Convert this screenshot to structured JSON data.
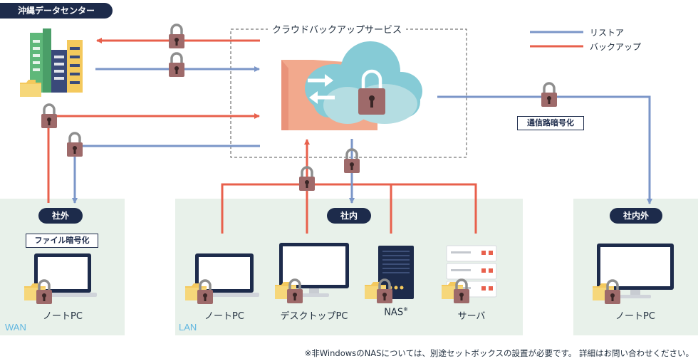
{
  "title_badge": "沖縄データセンター",
  "cloud_title": "クラウドバックアップサービス",
  "legend": {
    "restore": "リストア",
    "backup": "バックアップ"
  },
  "colors": {
    "restore": "#7b96c8",
    "backup": "#e8604c",
    "lock": "#9e6a6a",
    "navy": "#1d2b4b",
    "zone": "#e8f1ea"
  },
  "zones": {
    "outside": {
      "badge": "社外",
      "tag": "ファイル暗号化",
      "network": "WAN"
    },
    "inside": {
      "badge": "社内",
      "network": "LAN"
    },
    "both": {
      "badge": "社内外"
    }
  },
  "comm_tag": "通信路暗号化",
  "devices": {
    "outside_pc": "ノートPC",
    "inside_pc": "ノートPC",
    "desktop": "デスクトップPC",
    "nas": "NAS",
    "nas_mark": "※",
    "server": "サーバ",
    "both_pc": "ノートPC"
  },
  "footnote": "※非WindowsのNASについては、別途セットボックスの設置が必要です。 詳細はお問い合わせください。"
}
